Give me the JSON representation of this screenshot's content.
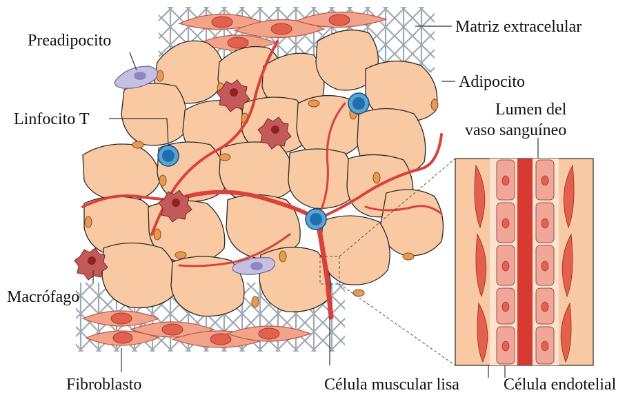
{
  "labels": {
    "preadipocito": "Preadipocito",
    "matriz": "Matriz extracelular",
    "adipocito": "Adipocito",
    "linfocito": "Linfocito T",
    "lumen_line1": "Lumen del",
    "lumen_line2": "vaso sanguíneo",
    "macrofago": "Macrófago",
    "fibroblasto": "Fibroblasto",
    "celula_muscular": "Célula muscular lisa",
    "celula_endotelial": "Célula endotelial"
  },
  "colors": {
    "adipocyte_fill": "#f8c9a2",
    "adipocyte_stroke": "#2a2a2a",
    "adipocyte_nucleus": "#e69a52",
    "vessel": "#d9413b",
    "lymphocyte_outer": "#5aa4d4",
    "lymphocyte_inner": "#1f6fae",
    "macrophage": "#b84848",
    "preadipocyte": "#c5bfe2",
    "fibroblast": "#f2a38a",
    "fibroblast_nucleus": "#e4604e",
    "matrix": "#8e9aa6",
    "endothelial": "#f0a699",
    "lumen": "#d63a32"
  },
  "icons": [
    "adipocyte-cell",
    "t-lymphocyte-cell",
    "macrophage-cell",
    "preadipocyte-cell",
    "fibroblast-cell",
    "blood-vessel",
    "extracellular-matrix",
    "vessel-cross-section"
  ]
}
